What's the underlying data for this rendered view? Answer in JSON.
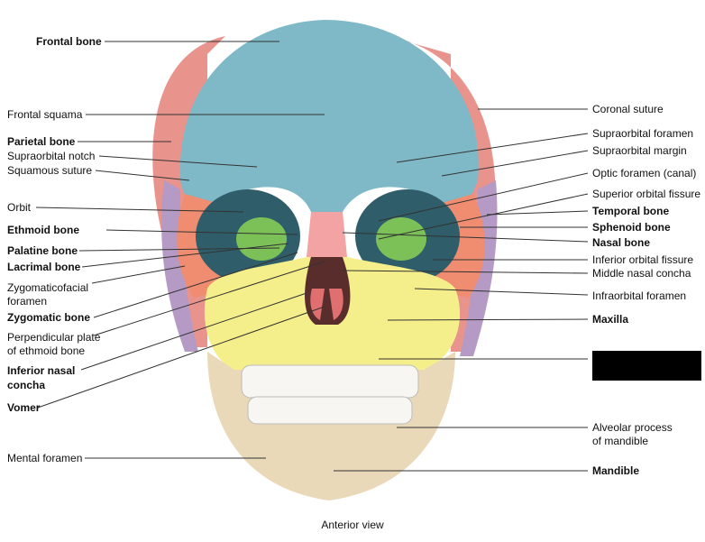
{
  "caption": "Anterior view",
  "labels_left": [
    {
      "text": "Frontal bone",
      "bold": true
    },
    {
      "text": "Frontal squama",
      "bold": false
    },
    {
      "text": "Parietal bone",
      "bold": true
    },
    {
      "text": "Supraorbital notch",
      "bold": false
    },
    {
      "text": "Squamous suture",
      "bold": false
    },
    {
      "text": "Orbit",
      "bold": false
    },
    {
      "text": "Ethmoid bone",
      "bold": true
    },
    {
      "text": "Palatine bone",
      "bold": true
    },
    {
      "text": "Lacrimal bone",
      "bold": true
    },
    {
      "text": "Zygomaticofacial",
      "bold": false
    },
    {
      "text": "foramen",
      "bold": false
    },
    {
      "text": "Zygomatic bone",
      "bold": true
    },
    {
      "text": "Perpendicular plate",
      "bold": false
    },
    {
      "text": "of ethmoid bone",
      "bold": false
    },
    {
      "text": "Inferior nasal",
      "bold": true
    },
    {
      "text": "concha",
      "bold": true
    },
    {
      "text": "Vomer",
      "bold": true
    },
    {
      "text": "Mental foramen",
      "bold": false
    }
  ],
  "labels_right": [
    {
      "text": "Coronal suture",
      "bold": false
    },
    {
      "text": "Supraorbital foramen",
      "bold": false
    },
    {
      "text": "Supraorbital margin",
      "bold": false
    },
    {
      "text": "Optic foramen (canal)",
      "bold": false
    },
    {
      "text": "Superior orbital fissure",
      "bold": false
    },
    {
      "text": "Temporal bone",
      "bold": true
    },
    {
      "text": "Sphenoid bone",
      "bold": true
    },
    {
      "text": "Nasal bone",
      "bold": true
    },
    {
      "text": "Inferior orbital fissure",
      "bold": false
    },
    {
      "text": "Middle nasal concha",
      "bold": false
    },
    {
      "text": "Infraorbital foramen",
      "bold": false
    },
    {
      "text": "Maxilla",
      "bold": true
    },
    {
      "text": "Alveolar process",
      "bold": false
    },
    {
      "text": "of mandible",
      "bold": false
    },
    {
      "text": "Mandible",
      "bold": true
    }
  ],
  "colors": {
    "frontal": "#7fb9c7",
    "parietal": "#e9938d",
    "temporal": "#b49ac4",
    "sphenoid": "#f08c6f",
    "ethmoid": "#7cc157",
    "maxilla": "#f4ef8a",
    "mandible": "#ead9b8",
    "nasal": "#f3a3a3",
    "teeth": "#f7f6f2"
  }
}
